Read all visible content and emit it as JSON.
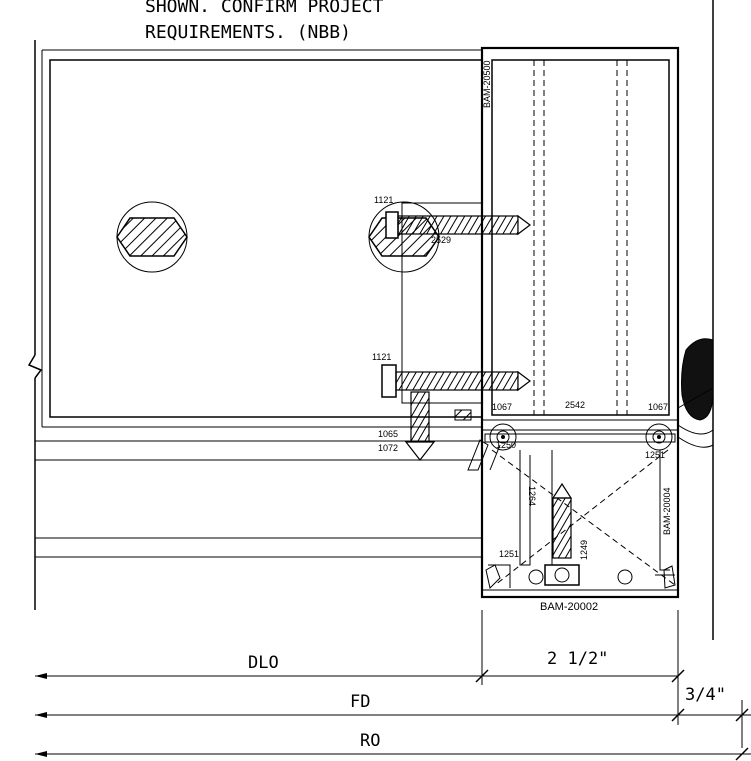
{
  "note": {
    "line1": "SHOWN.  CONFIRM  PROJECT",
    "line2": "REQUIREMENTS.  (NBB)"
  },
  "parts": {
    "vertical_tag": "BAM-20500",
    "side_tag": "BAM-20004",
    "bottom_tag": "BAM-20002",
    "p1121_top": "1121",
    "p2529": "2529",
    "p1121_mid": "1121",
    "p1067_left": "1067",
    "p2542": "2542",
    "p1067_right": "1067",
    "p1065": "1065",
    "p1072": "1072",
    "p1251_right": "1251",
    "p1264": "1264",
    "p1249": "1249",
    "p1251_left": "1251",
    "p1250": "1250"
  },
  "dimensions": {
    "dlo": "DLO",
    "frame_depth_value": "2  1/2\"",
    "fd": "FD",
    "gap_value": "3/4\"",
    "ro": "RO"
  }
}
